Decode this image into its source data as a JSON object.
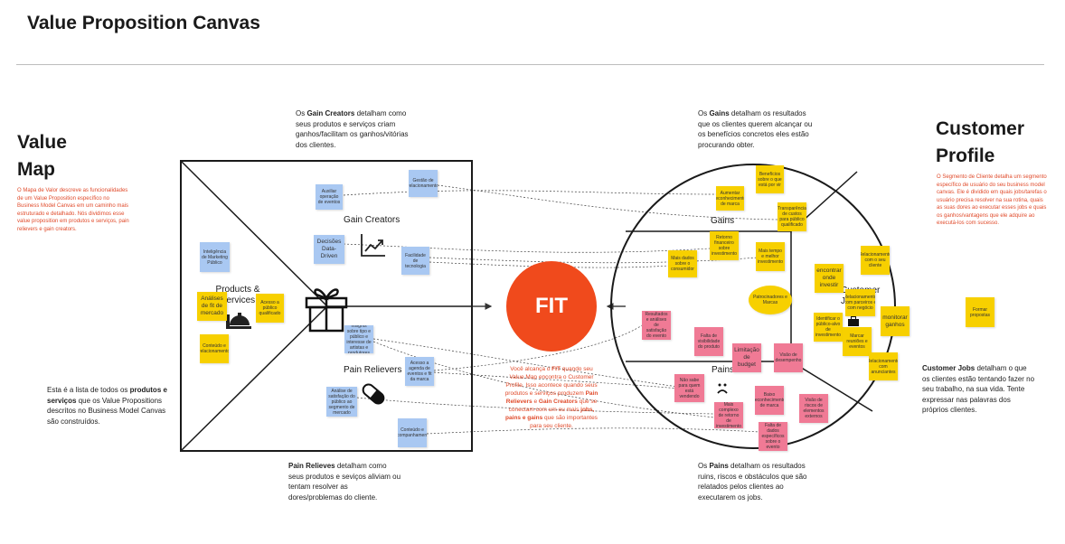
{
  "header": {
    "title": "Value Proposition Canvas"
  },
  "value_map": {
    "title_line1": "Value",
    "title_line2": "Map",
    "description": "O Mapa de Valor descreve as funcionalidades de um Value Proposition específico no Business Model Canvas em um caminho mais estruturado e detalhado. Nós dividimos esse value proposition em produtos e serviços, pain relievers e gain creators.",
    "sections": {
      "gain_creators": "Gain Creators",
      "products_services": "Products & Services",
      "pain_relievers": "Pain Relievers"
    }
  },
  "customer_profile": {
    "title_line1": "Customer",
    "title_line2": "Profile",
    "description": "O Segmento de Cliente detalha um segmento específico de usuário do seu business model canvas. Ele é dividido em quais jobs/tarefas o usuário precisa resolver na sua rotina, quais as suas dores ao executar esses jobs e quais os ganhos/vantagens que ele adquire ao executá-los com sucesso.",
    "sections": {
      "gains": "Gains",
      "pains": "Pains",
      "customer_jobs": "Customer Jobs"
    }
  },
  "notes": {
    "gain_creators_pre": "Os ",
    "gain_creators_bold": "Gain Creators",
    "gain_creators_post": " detalham como seus produtos e serviços criam ganhos/facilitam os ganhos/vitórias dos clientes.",
    "gains_pre": "Os ",
    "gains_bold": "Gains",
    "gains_post": " detalham os resultados que os clientes querem alcançar ou os benefícios concretos eles estão procurando obter.",
    "products_pre": "Esta é a lista de todos os ",
    "products_bold": "produtos e serviços",
    "products_post": " que os Value Propositions descritos no Business Model Canvas são construídos.",
    "pain_relievers_bold": "Pain Relieves",
    "pain_relievers_post": " detalham como seus produtos e seviços aliviam ou tentam resolver as dores/problemas do cliente.",
    "pains_pre": "Os ",
    "pains_bold": "Pains",
    "pains_post": " detalham os resultados ruins, riscos e obstáculos que são relatados pelos clientes ao executarem os jobs.",
    "jobs_bold": "Customer Jobs",
    "jobs_post": " detalham o que os clientes estão tentando fazer no seu trabalho, na sua vida. Tente expressar nas palavras dos próprios clientes."
  },
  "fit": {
    "label": "FIT",
    "text_1": "Você alcança o ",
    "text_fit": "FIT",
    "text_2": " quando seu Value Map encontra o Customer Profile. Isso acontece quando seus produtos e serviços produzem ",
    "text_pr": "Pain Relievers",
    "text_3": " e ",
    "text_gc": "Gain Creators",
    "text_4": " que se conectam com um ou mais ",
    "text_jobs": "jobs, pains e gains",
    "text_5": " que são importantes para seu cliente."
  },
  "stickies": {
    "gc1": "Auxiliar operação de eventos",
    "gc2": "Gestão de relacionamento",
    "gc3": "Decisões Data-Driven",
    "gc4": "Facilidade de tecnologia",
    "ps1": "Inteligência de Marketing Público",
    "ps2": "Análises de fit de mercado",
    "ps3": "Acesso a público qualificado",
    "ps4": "Conteúdo e relacionamento",
    "pr1": "Insights sobre tipo e público e interesse de artistas e produtores",
    "pr2": "Acesso a agenda de eventos e fit da marca",
    "pr3": "Análise de satisfação do público ao segmento de mercado",
    "pr4": "Conteúdo e Acompanhamento",
    "g1": "Benefícios sobre o que está por vir",
    "g2": "Aumentar reconhecimento de marca",
    "g3": "Transparência de custos para público qualificado",
    "g4": "Retorno financeiro sobre investimento",
    "g5": "Mais tempo e melhor investimento",
    "g6": "Mais dados sobre o consumidor",
    "p1": "Resultados e análises de satisfação do evento",
    "p2": "Falta de visibilidade do produto",
    "p3": "Limitação de budget",
    "p4": "Visão de desempenho",
    "p5": "Não sabe para quem está vendendo",
    "p6": "Mais complexo de retorno de investimento",
    "p7": "Baixo reconhecimento de marca",
    "p8": "Visão de riscos de elementos externos",
    "p9": "Falta de dados específicos sobre o evento",
    "j1": "Relacionamento com o seu cliente",
    "j2": "encontrar onde investir",
    "j3": "Patrocinadores e Marcas",
    "j4": "Relacionamento com parceiros e com negócio",
    "j5": "Identificar o público-alvo de investimento",
    "j6": "monitorar ganhos",
    "j7": "Marcar reuniões e eventos",
    "j8": "Relacionamento com anunciantes",
    "j9": "Formar propostas"
  }
}
